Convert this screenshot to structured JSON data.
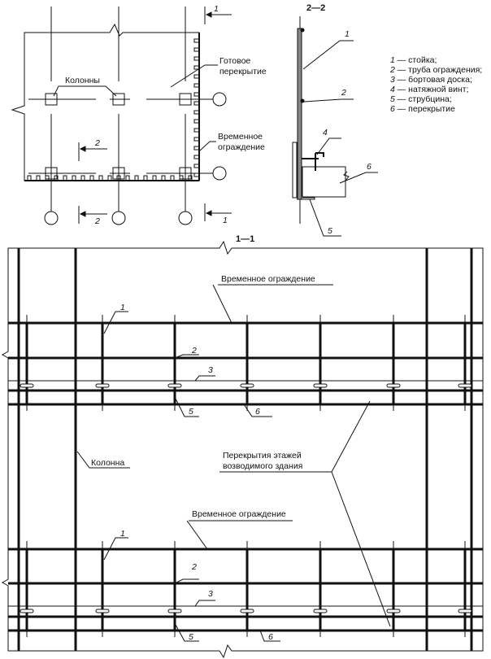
{
  "plan": {
    "label_columns": "Колонны",
    "label_ready_slab_1": "Готовое",
    "label_ready_slab_2": "перекрытие",
    "label_temp_fence_1": "Временное",
    "label_temp_fence_2": "ограждение",
    "section_1": "1",
    "section_2": "2"
  },
  "section_2_2": {
    "title": "2—2",
    "callouts": [
      "1",
      "2",
      "4",
      "6",
      "5"
    ]
  },
  "legend": [
    {
      "num": "1",
      "text": " — стойка;"
    },
    {
      "num": "2",
      "text": " — труба ограждения;"
    },
    {
      "num": "3",
      "text": " — бортовая доска;"
    },
    {
      "num": "4",
      "text": " — натяжной винт;"
    },
    {
      "num": "5",
      "text": " — струбцина;"
    },
    {
      "num": "6",
      "text": " — перекрытие"
    }
  ],
  "section_1_1": {
    "title": "1—1",
    "label_temp_fence": "Временное ограждение",
    "label_column": "Колонна",
    "label_slabs_1": "Перекрытия этажей",
    "label_slabs_2": "возводимого здания",
    "callouts": [
      "1",
      "2",
      "3",
      "5",
      "6"
    ]
  }
}
